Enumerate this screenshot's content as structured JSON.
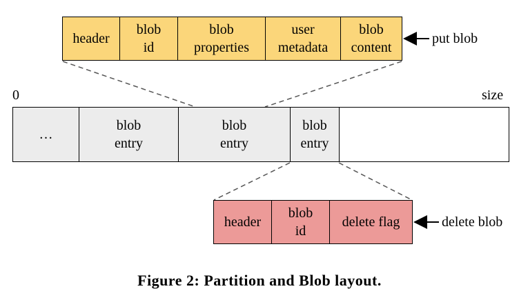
{
  "put_blob": {
    "label": "put blob",
    "fields": [
      "header",
      "blob\nid",
      "blob\nproperties",
      "user\nmetadata",
      "blob\ncontent"
    ]
  },
  "partition": {
    "start_label": "0",
    "end_label": "size",
    "cells": [
      "…",
      "blob\nentry",
      "blob\nentry",
      "blob\nentry",
      ""
    ]
  },
  "delete_blob": {
    "label": "delete blob",
    "fields": [
      "header",
      "blob\nid",
      "delete flag"
    ]
  },
  "caption": "Figure 2: Partition and Blob layout.",
  "colors": {
    "put_fill": "#fbd67a",
    "delete_fill": "#ec9a98",
    "entry_fill": "#ececec"
  }
}
